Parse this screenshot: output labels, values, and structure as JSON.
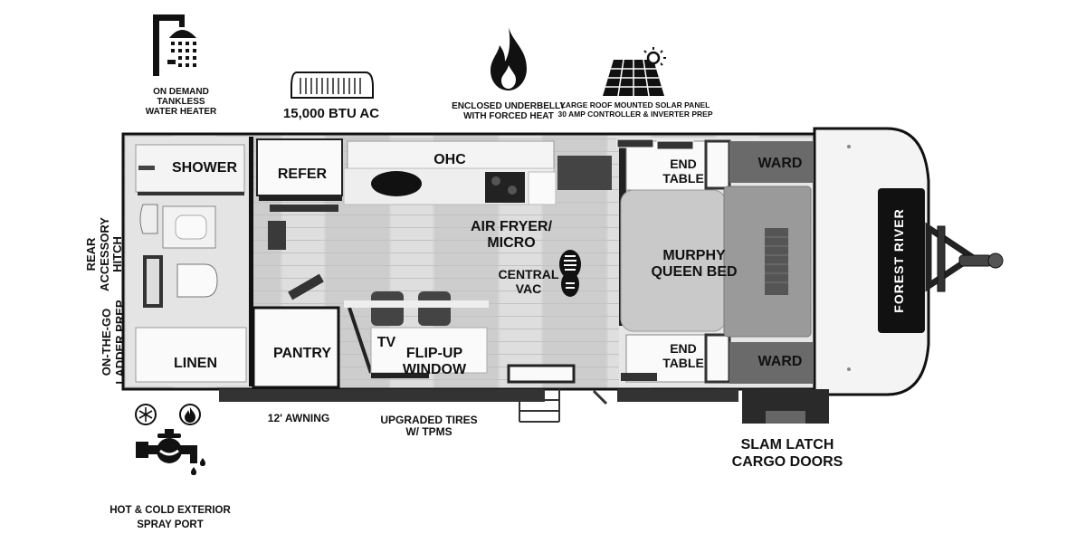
{
  "features": {
    "water_heater": [
      "ON DEMAND",
      "TANKLESS",
      "WATER HEATER"
    ],
    "ac": "15,000 BTU AC",
    "underbelly": [
      "ENCLOSED UNDERBELLY",
      "WITH FORCED HEAT"
    ],
    "solar": [
      "LARGE ROOF MOUNTED SOLAR PANEL",
      "30 AMP CONTROLLER & INVERTER PREP"
    ],
    "awning": "12' AWNING",
    "tires": [
      "UPGRADED TIRES",
      "W/ TPMS"
    ],
    "cargo_doors": [
      "SLAM LATCH",
      "CARGO DOORS"
    ],
    "spray_port": [
      "HOT & COLD EXTERIOR",
      "SPRAY PORT"
    ],
    "rear_hitch": [
      "REAR",
      "ACCESSORY",
      "HITCH"
    ],
    "ladder_prep": [
      "ON-THE-GO",
      "LADDER PREP"
    ]
  },
  "rooms": {
    "shower": "SHOWER",
    "linen": "LINEN",
    "refer": "REFER",
    "ohc": "OHC",
    "air_fryer": [
      "AIR FRYER/",
      "MICRO"
    ],
    "central_vac": [
      "CENTRAL",
      "VAC"
    ],
    "pantry": "PANTRY",
    "tv": "TV",
    "flip_up": [
      "FLIP-UP",
      "WINDOW"
    ],
    "murphy_bed": [
      "MURPHY",
      "QUEEN BED"
    ],
    "end_table_top": [
      "END",
      "TABLE"
    ],
    "end_table_bottom": [
      "END",
      "TABLE"
    ],
    "ward_top": "WARD",
    "ward_bottom": "WARD"
  },
  "brand": "FOREST RIVER",
  "icons": {
    "water_heater": "shower-heater-icon",
    "ac": "air-conditioner-icon",
    "underbelly": "flame-icon",
    "solar": "solar-panel-icon",
    "spray_port": "spray-port-icon"
  }
}
